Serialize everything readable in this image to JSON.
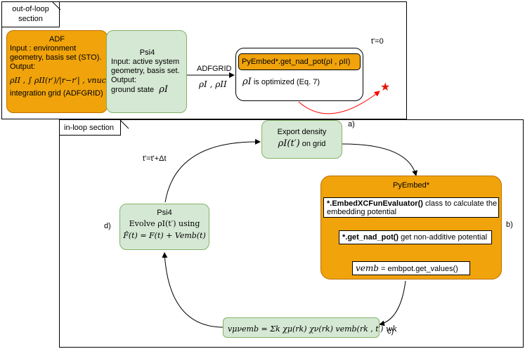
{
  "out_loop": {
    "tab_line1": "out-of-loop",
    "tab_line2": "section",
    "adf": {
      "title": "ADF",
      "l1": "Input : environment",
      "l2": "geometry, basis set (STO).",
      "l3": "Output:",
      "l4": "ρII , ∫ ρII(r′)/|r−r′| , vnucII ,",
      "l5": "integration grid (ADFGRID)"
    },
    "psi4": {
      "title": "Psi4",
      "l1": "Input: active system",
      "l2": "geometry, basis set.",
      "l3": "Output:",
      "l4": "ground state",
      "l4_math": "ρI"
    },
    "arrow_label1": "ADFGRID",
    "arrow_label2": "ρI , ρII",
    "t0_label": "t'=0",
    "pyembed_box": "PyEmbed*.get_nad_pot(ρI , ρII)",
    "optimized_math": "ρI",
    "optimized_text": "is optimized (Eq. 7)"
  },
  "in_loop": {
    "tab": "in-loop section",
    "export": {
      "l1": "Export density",
      "l2_math": "ρI(t′)",
      "l2_text": "on grid"
    },
    "label_a": "a)",
    "time_step": "t'=t'+Δt",
    "pyembed": {
      "title": "PyEmbed*",
      "box1_bold": "*.EmbedXCFunEvaluator()",
      "box1_rest": " class to calculate the",
      "box1_l2": "embedding potential",
      "box2_bold": "*.get_nad_pot()",
      "box2_rest": " get non-additive potential",
      "box3_math": "vemb",
      "box3_rest": " = embpot.get_values()"
    },
    "label_b": "b)",
    "psi4": {
      "title": "Psi4",
      "l1": "Evolve ρI(t′) using",
      "l2": "F̂(t) = F(t) + Vemb(t)"
    },
    "label_d": "d)",
    "formula": "vμνemb = Σk χμ(rk) χν(rk) vemb(rk , t′) wk",
    "label_c": "c)"
  },
  "colors": {
    "orange": "#f0a30a",
    "green": "#d5e8d4",
    "arrow_red": "#ff0000",
    "star": "#e51400"
  }
}
